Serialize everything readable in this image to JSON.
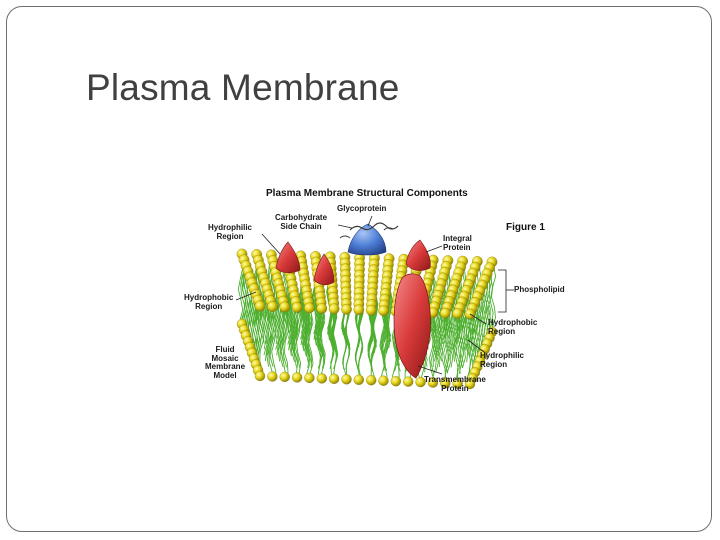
{
  "slide": {
    "title": "Plasma Membrane"
  },
  "figure": {
    "title": "Plasma Membrane Structural Components",
    "figure_number": "Figure 1",
    "labels": {
      "glycoprotein": "Glycoprotein",
      "carbohydrate_side_chain": "Carbohydrate\nSide Chain",
      "hydrophilic_region_top": "Hydrophilic\nRegion",
      "integral_protein": "Integral\nProtein",
      "phospholipid": "Phospholipid",
      "hydrophobic_region_left": "Hydrophobic\nRegion",
      "hydrophobic_region_right": "Hydrophobic\nRegion",
      "hydrophilic_region_right": "Hydrophilic\nRegion",
      "fluid_mosaic_model": "Fluid\nMosaic\nMembrane\nModel",
      "transmembrane_protein": "Transmembrane\nProtein"
    }
  },
  "colors": {
    "head": "#e3d21a",
    "tail": "#4caf2e",
    "integral_protein": "#e04848",
    "glycoprotein": "#4f7fd6"
  }
}
